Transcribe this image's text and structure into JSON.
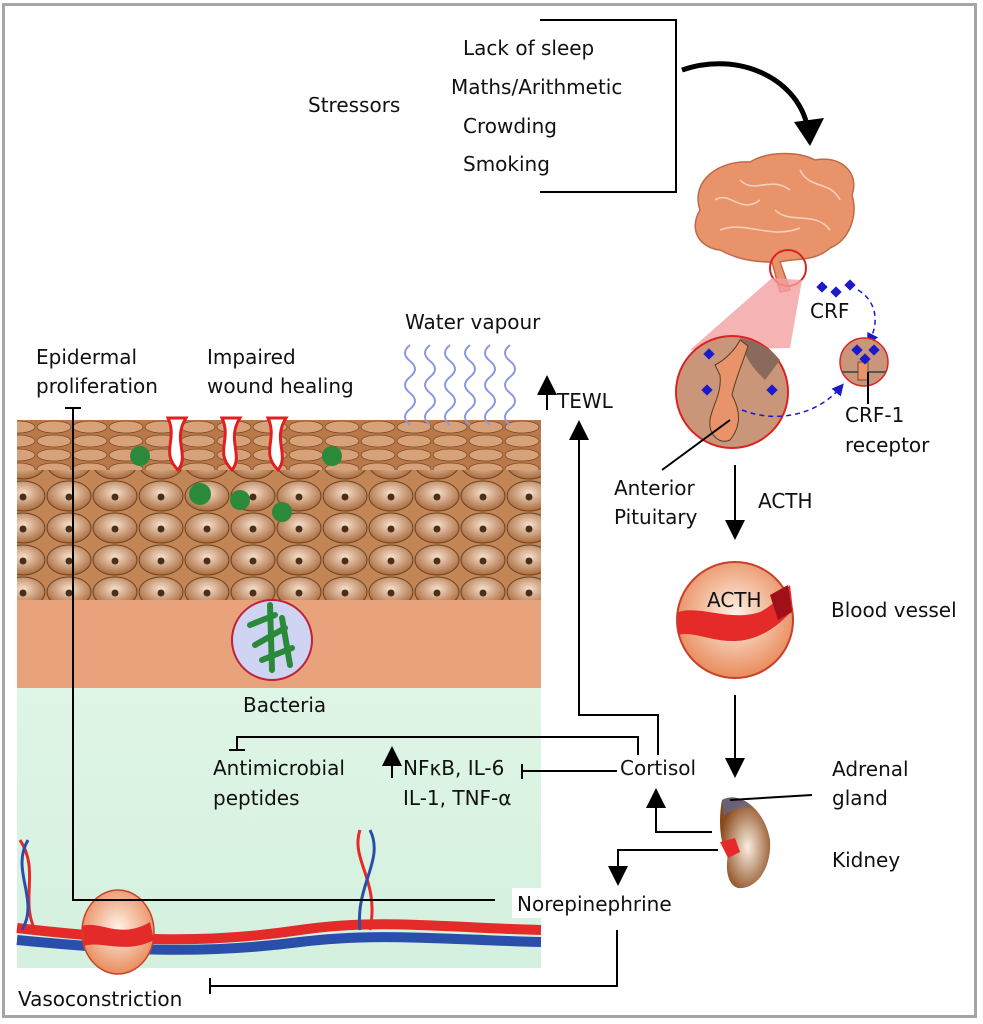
{
  "stressors": {
    "title": "Stressors",
    "items": [
      "Lack of sleep",
      "Maths/Arithmetic",
      "Crowding",
      "Smoking"
    ]
  },
  "labels": {
    "crf": "CRF",
    "crf1_line1": "CRF-1",
    "crf1_line2": "receptor",
    "anterior_line1": "Anterior",
    "anterior_line2": "Pituitary",
    "acth_arrow": "ACTH",
    "acth_vessel": "ACTH",
    "blood_vessel": "Blood vessel",
    "adrenal_line1": "Adrenal",
    "adrenal_line2": "gland",
    "kidney": "Kidney",
    "cortisol": "Cortisol",
    "norepinephrine": "Norepinephrine",
    "vasoconstriction": "Vasoconstriction",
    "water_vapour": "Water vapour",
    "tewl": "TEWL",
    "epidermal_line1": "Epidermal",
    "epidermal_line2": "proliferation",
    "wound_line1": "Impaired",
    "wound_line2": "wound healing",
    "bacteria": "Bacteria",
    "amp_line1": "Antimicrobial",
    "amp_line2": "peptides",
    "cytokines_line1": "NFκB, IL-6",
    "cytokines_line2": "IL-1, TNF-α"
  },
  "colors": {
    "brain": "#e8936a",
    "crf_marker": "#1a1acc",
    "vessel_red": "#e52a2a",
    "vessel_blue": "#2a4faa",
    "skin": "#b97a4c",
    "dermis": "#e0f5e8",
    "bacteria_green": "#2a8a3a"
  }
}
